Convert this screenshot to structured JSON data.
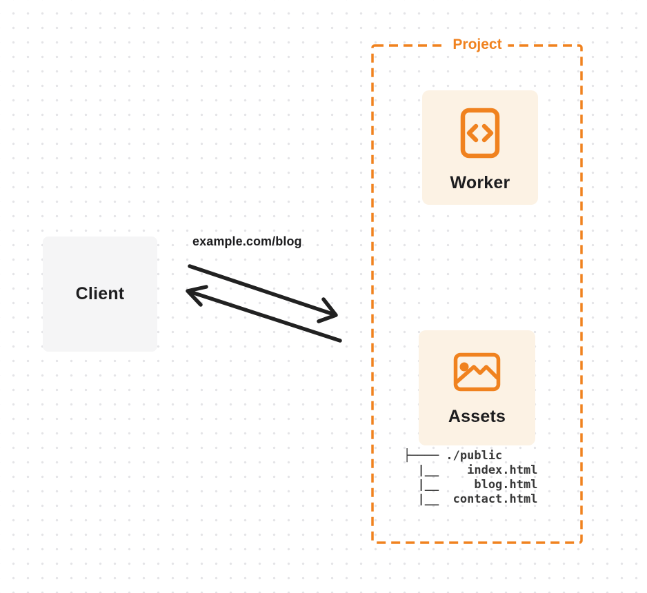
{
  "colors": {
    "accent_orange": "#F0821F",
    "card_cream": "#FCF2E4",
    "client_gray": "#F5F5F6",
    "ink": "#1D1D1F",
    "arrow_ink": "#212121",
    "tree_ink": "#383838",
    "dot_grid": "#E4E4E7",
    "canvas_bg": "#FFFFFF"
  },
  "client": {
    "label": "Client"
  },
  "request": {
    "url_label": "example.com/blog"
  },
  "project": {
    "title": "Project",
    "worker": {
      "label": "Worker",
      "icon": "code-file-icon"
    },
    "assets": {
      "label": "Assets",
      "icon": "image-icon",
      "file_tree": "├──── ./public\n  |__    index.html\n  |__     blog.html\n  |__  contact.html"
    }
  }
}
